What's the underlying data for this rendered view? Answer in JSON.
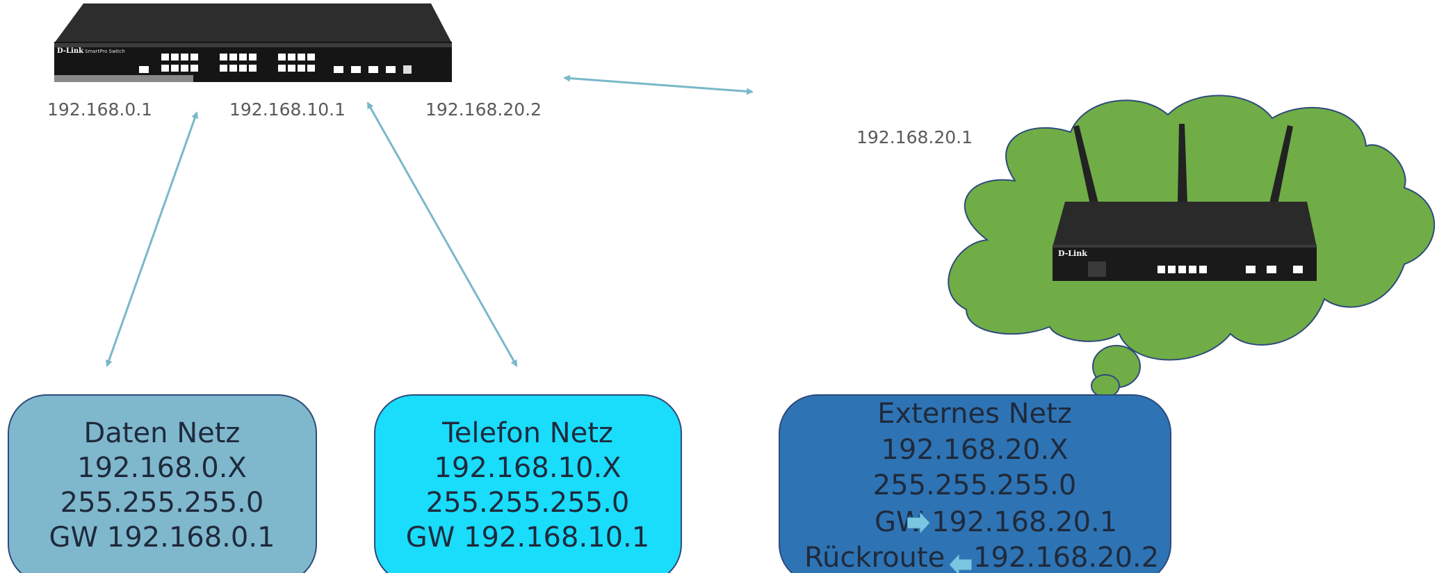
{
  "switch": {
    "brand": "D-Link",
    "model": "SmartPro Switch",
    "ip_labels": [
      "192.168.0.1",
      "192.168.10.1",
      "192.168.20.2"
    ]
  },
  "router": {
    "brand": "D-Link",
    "ip_label": "192.168.20.1"
  },
  "networks": [
    {
      "lines": [
        "Daten Netz",
        "192.168.0.X",
        "255.255.255.0",
        "GW 192.168.0.1"
      ],
      "fill": "#7fb8cd"
    },
    {
      "lines": [
        "Telefon Netz",
        "192.168.10.X",
        "255.255.255.0",
        "GW 192.168.10.1"
      ],
      "fill": "#1adcfb"
    },
    {
      "lines": [
        "Externes Netz",
        "192.168.20.X",
        "255.255.255.0",
        "GW",
        "192.168.20.1",
        "Rückroute",
        "192.168.20.2"
      ],
      "fill": "#2e74b5"
    }
  ],
  "colors": {
    "arrow": "#79b8c9",
    "cloud": "#70ad47",
    "cloud_stroke": "#2e4a7a",
    "box_stroke": "#2e4a7a"
  }
}
